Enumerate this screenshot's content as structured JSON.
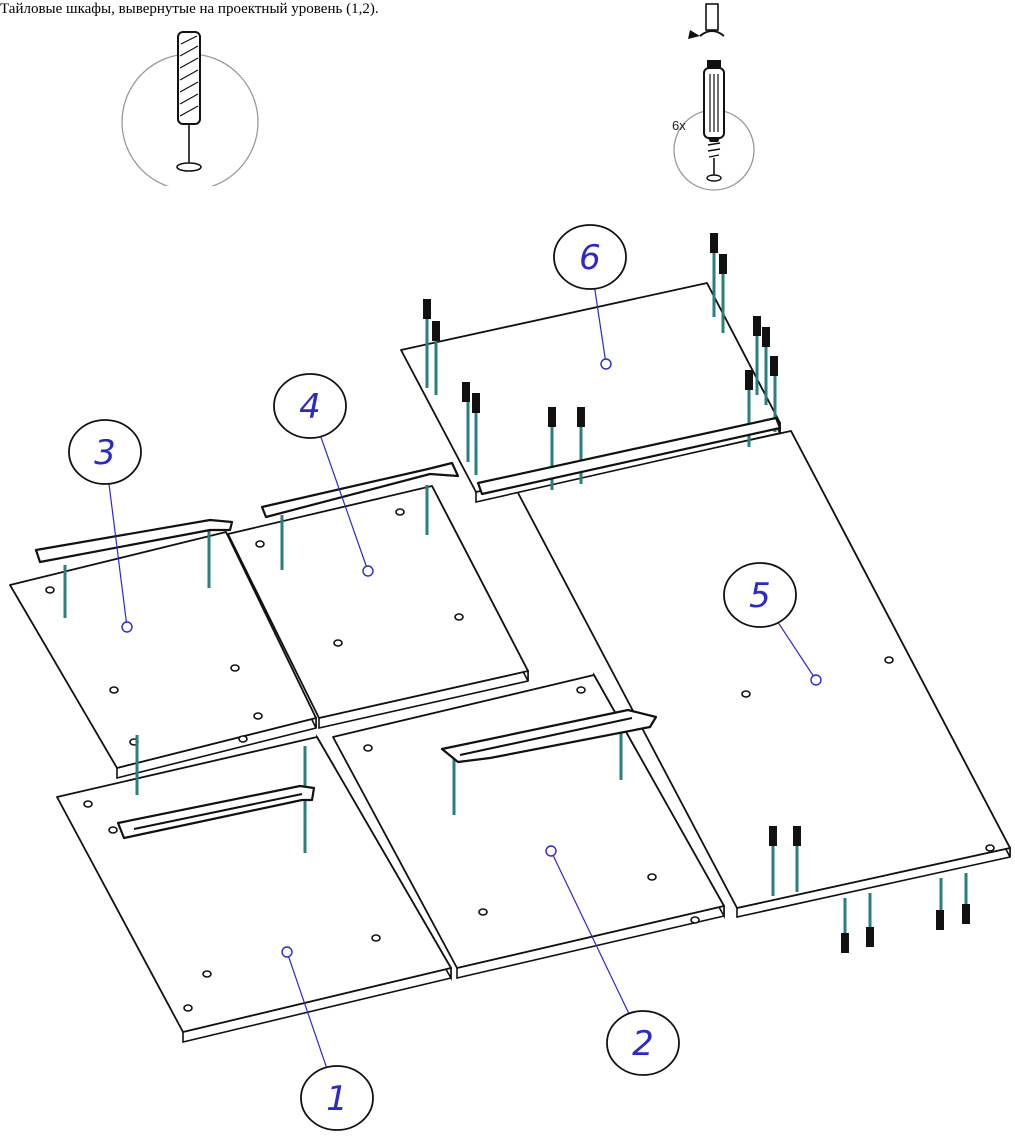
{
  "caption": "Тайловые шкафы, вывернутые на проектный уровень (1,2).",
  "steps": {
    "dowel_insert": {
      "icon": "wooden-dowel-icon"
    },
    "screw_insert": {
      "icon": "cam-bolt-screwdriver-icon",
      "count_label": "6x"
    }
  },
  "panels": [
    {
      "id": "panel-1",
      "number": "1"
    },
    {
      "id": "panel-2",
      "number": "2"
    },
    {
      "id": "panel-3",
      "number": "3"
    },
    {
      "id": "panel-4",
      "number": "4"
    },
    {
      "id": "panel-5",
      "number": "5"
    },
    {
      "id": "panel-6",
      "number": "6"
    }
  ],
  "colors": {
    "outline": "#111111",
    "callout": "#2a2acc",
    "dowel": "#2a7f7f",
    "fitting": "#111111"
  }
}
